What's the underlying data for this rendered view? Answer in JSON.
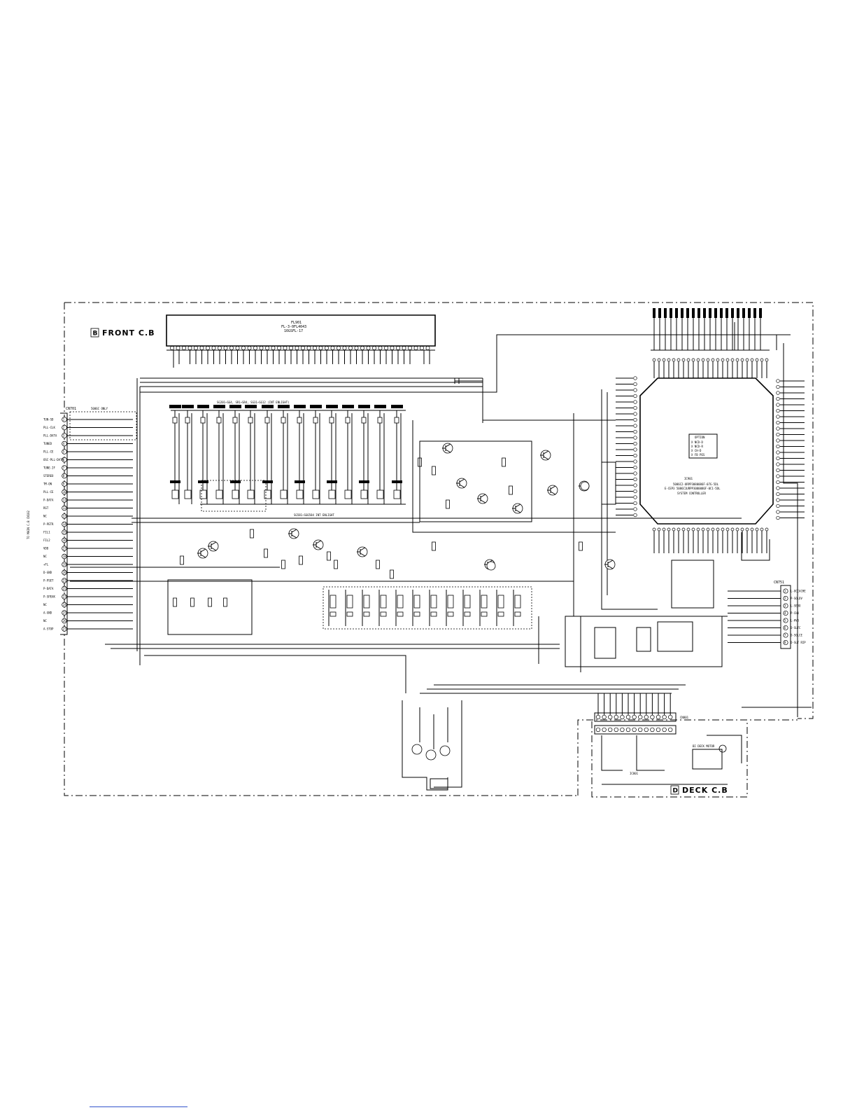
{
  "front_board": {
    "letter": "B",
    "title": "FRONT C.B",
    "display": {
      "ref": "FL901",
      "part": "FL-3-0FL4043",
      "note": "16GSFL-17"
    },
    "connector": {
      "ref": "CN701",
      "pins": [
        {
          "n": "1",
          "label": "TUN-SD"
        },
        {
          "n": "2",
          "label": "PLL-CLK"
        },
        {
          "n": "3",
          "label": "PLL-DATA"
        },
        {
          "n": "4",
          "label": "TUNED"
        },
        {
          "n": "5",
          "label": "PLL-CE"
        },
        {
          "n": "6",
          "label": "OSC-PLL-DATA"
        },
        {
          "n": "7",
          "label": "TUNE-IF"
        },
        {
          "n": "8",
          "label": "STEREO"
        },
        {
          "n": "9",
          "label": "TM-ON"
        },
        {
          "n": "10",
          "label": "PLL-CE"
        },
        {
          "n": "11",
          "label": "P-DATA"
        },
        {
          "n": "12",
          "label": "RST"
        },
        {
          "n": "13",
          "label": "NC"
        },
        {
          "n": "14",
          "label": "P-PETR"
        },
        {
          "n": "15",
          "label": "FIL1"
        },
        {
          "n": "16",
          "label": "FIL2"
        },
        {
          "n": "17",
          "label": "VDD"
        },
        {
          "n": "18",
          "label": "NC"
        },
        {
          "n": "19",
          "label": "+FL"
        },
        {
          "n": "20",
          "label": "D-GND"
        },
        {
          "n": "21",
          "label": "P-PSET"
        },
        {
          "n": "22",
          "label": "P-DATA"
        },
        {
          "n": "23",
          "label": "P-SPEAK"
        },
        {
          "n": "24",
          "label": "NC"
        },
        {
          "n": "25",
          "label": "A-GND"
        },
        {
          "n": "26",
          "label": "NC"
        },
        {
          "n": "27",
          "label": "A-STOP"
        }
      ]
    },
    "side_label": "TO MAIN C.B CN102"
  },
  "controller": {
    "ref": "IC901",
    "part_lines": [
      "5086C2-URPP3080086F-07G-5DL",
      "E-CEP3 5086C1URPP3080086F-0C1-5DL"
    ],
    "function": "SYSTEM CONTROLLER",
    "option_table": {
      "title": "OPTION",
      "rows": [
        "X  NCD-D",
        "X  NCD-R",
        "X  CH-D",
        "X  FB  PES"
      ]
    }
  },
  "deck_board": {
    "letter": "D",
    "title": "DECK C.B",
    "connector": "CN801",
    "ic": "IC801",
    "switch_label": "BI DECK MOTOR"
  },
  "right_connector": {
    "ref": "CN751",
    "pins": [
      {
        "n": "1",
        "label": "L-OCCACHE"
      },
      {
        "n": "2",
        "label": "P-SOLDV"
      },
      {
        "n": "3",
        "label": "L-SEBO"
      },
      {
        "n": "4",
        "label": "P-CHU"
      },
      {
        "n": "5",
        "label": "L-HVU"
      },
      {
        "n": "6",
        "label": "D-SLTC"
      },
      {
        "n": "7",
        "label": "D-SOLCE"
      },
      {
        "n": "8",
        "label": "D-SLT RIP"
      }
    ]
  },
  "notes": {
    "top_bus": "SG201~SG4, SR1~SR4, SG31~SG12 (INT ENLIGHT)",
    "mid_bus": "SG581~SG6584 INT ENLIGHT",
    "only_5086": "5086C ONLY"
  },
  "colors": {
    "ink": "#000000",
    "paper": "#ffffff"
  }
}
